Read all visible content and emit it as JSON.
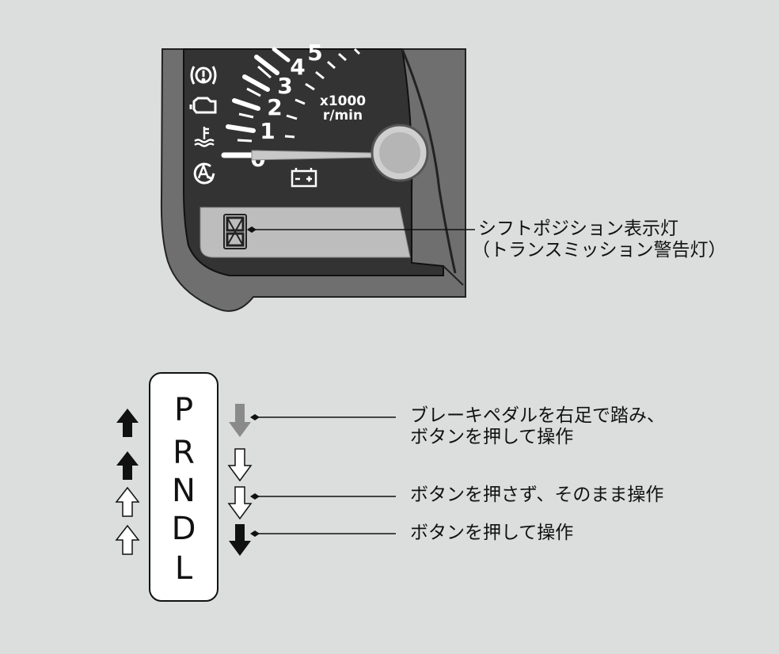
{
  "cluster": {
    "tach_numbers": [
      "0",
      "1",
      "2",
      "3",
      "4",
      "5"
    ],
    "tach_unit_line1": "x1000",
    "tach_unit_line2": "r/min",
    "indicator_icons": [
      "brake-warning-icon",
      "check-engine-icon",
      "coolant-temperature-icon",
      "auto-idle-stop-icon",
      "battery-charge-icon"
    ],
    "shift_label_line1": "シフトポジション表示灯",
    "shift_label_line2": "（トランスミッション警告灯）"
  },
  "shift_diagram": {
    "gears": [
      "P",
      "R",
      "N",
      "D",
      "L"
    ],
    "notes": [
      {
        "line1": "ブレーキペダルを右足で踏み、",
        "line2": "ボタンを押して操作"
      },
      {
        "line1": "ボタンを押さず、そのまま操作"
      },
      {
        "line1": "ボタンを押して操作"
      }
    ]
  },
  "colors": {
    "background": "#dcdddd",
    "panel_face": "#333333",
    "bezel": "#6f6f6f",
    "gray_arrow": "#8a8a8a",
    "black_arrow": "#111111"
  }
}
